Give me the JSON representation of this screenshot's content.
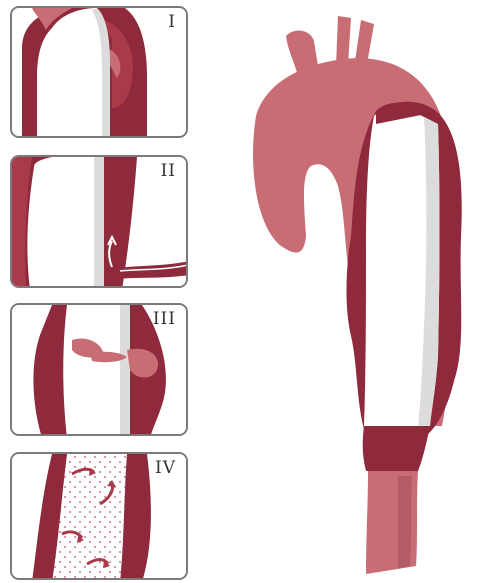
{
  "panels": [
    {
      "label": "I"
    },
    {
      "label": "II"
    },
    {
      "label": "III"
    },
    {
      "label": "IV"
    }
  ],
  "colors": {
    "vessel_wall": "#8e2a3c",
    "vessel_light": "#c96d75",
    "sac": "#a83a4a",
    "stent": "#ffffff",
    "stent_shadow": "#d8d8d8",
    "panel_border": "#7a7a7a"
  },
  "icons": [
    "endoleak-type-1-diagram",
    "endoleak-type-2-diagram",
    "endoleak-type-3-diagram",
    "endoleak-type-4-diagram",
    "aorta-stent-graft-illustration"
  ]
}
